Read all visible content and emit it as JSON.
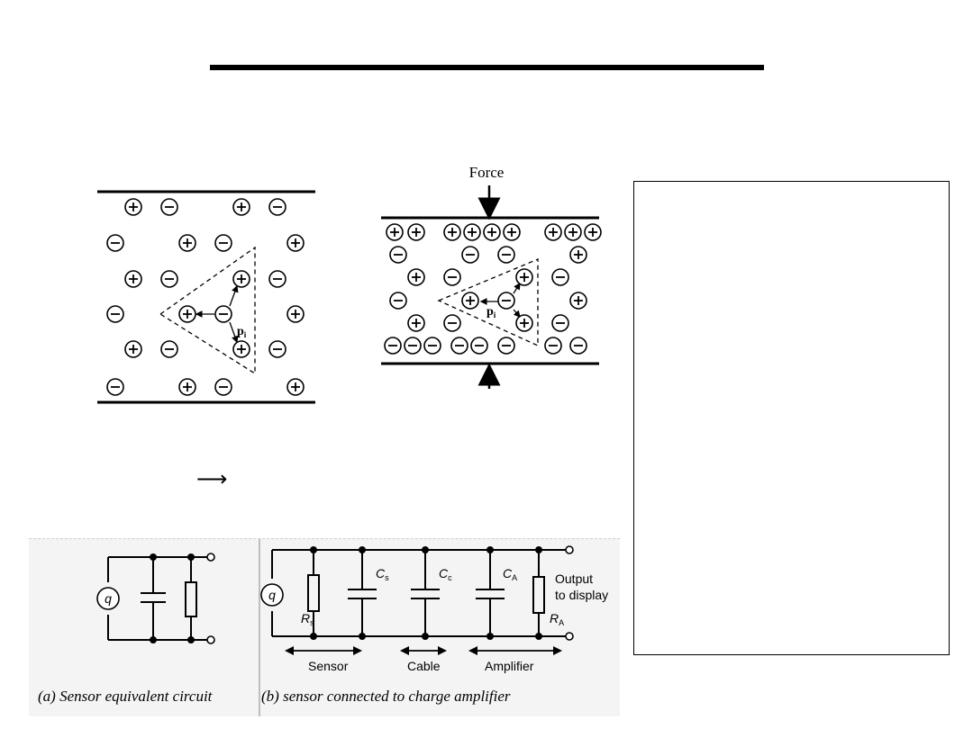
{
  "diagram": {
    "force_label": "Force",
    "dipole_label": "p",
    "dipole_subscript": "i",
    "arrow_symbol": "⟶"
  },
  "circuit": {
    "source_symbol": "q",
    "capacitors": {
      "sensor": "C",
      "sensor_sub": "s",
      "cable": "C",
      "cable_sub": "c",
      "amplifier": "C",
      "amplifier_sub": "A"
    },
    "resistors": {
      "sensor": "R",
      "sensor_sub": "s",
      "amplifier": "R",
      "amplifier_sub": "A"
    },
    "output_line1": "Output",
    "output_line2": "to display",
    "sections": [
      "Sensor",
      "Cable",
      "Amplifier"
    ],
    "caption_a": "(a) Sensor equivalent circuit",
    "caption_b": "(b) sensor connected to charge amplifier"
  }
}
